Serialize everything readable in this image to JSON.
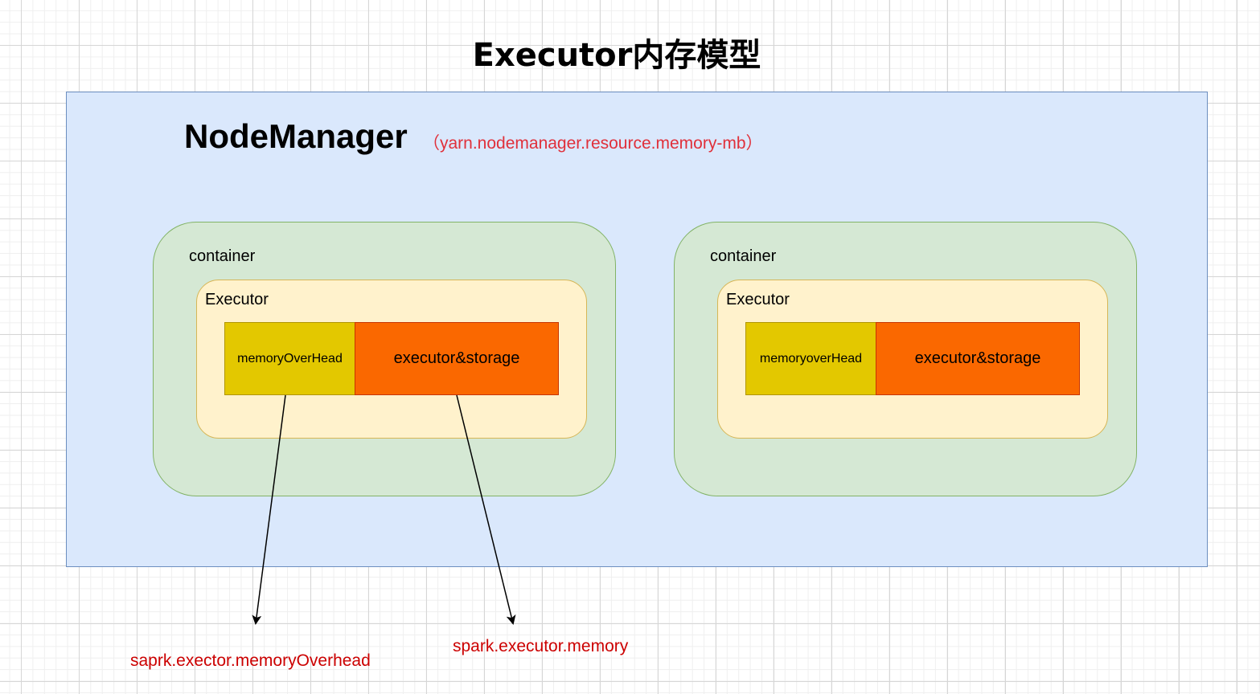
{
  "title": "Executor内存模型",
  "node_manager": {
    "label": "NodeManager",
    "param": "（yarn.nodemanager.resource.memory-mb）"
  },
  "containers": [
    {
      "label": "container",
      "executor": {
        "label": "Executor",
        "overhead_label": "memoryOverHead",
        "storage_label": "executor&storage"
      }
    },
    {
      "label": "container",
      "executor": {
        "label": "Executor",
        "overhead_label": "memoryoverHead",
        "storage_label": "executor&storage"
      }
    }
  ],
  "bottom_labels": {
    "overhead_param": "saprk.exector.memoryOverhead",
    "memory_param": "spark.executor.memory"
  },
  "colors": {
    "node_manager_fill": "#dae8fc",
    "node_manager_border": "#6c8ebf",
    "container_fill": "#d5e8d4",
    "container_border": "#82b366",
    "executor_fill": "#fff2cc",
    "executor_border": "#d6b656",
    "overhead_fill": "#e3c800",
    "storage_fill": "#fa6800",
    "param_text": "#e0303a",
    "bottom_text": "#cc0000"
  }
}
